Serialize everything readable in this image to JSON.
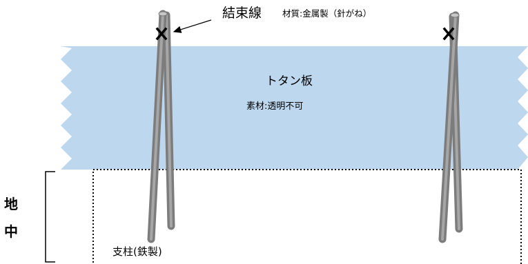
{
  "tie_wire": {
    "title": "結束線",
    "spec": "材質:金属製（針がね）"
  },
  "sheet": {
    "title": "トタン板",
    "material": "素材:透明不可",
    "fill_color": "#bdd7ee"
  },
  "post": {
    "label": "支柱(鉄製)",
    "color": "#8c8c8c"
  },
  "ground": {
    "label_line1": "地",
    "label_line2": "中"
  },
  "icons": {
    "tie_mark": "cross-mark-icon",
    "pointer": "arrow-icon"
  }
}
